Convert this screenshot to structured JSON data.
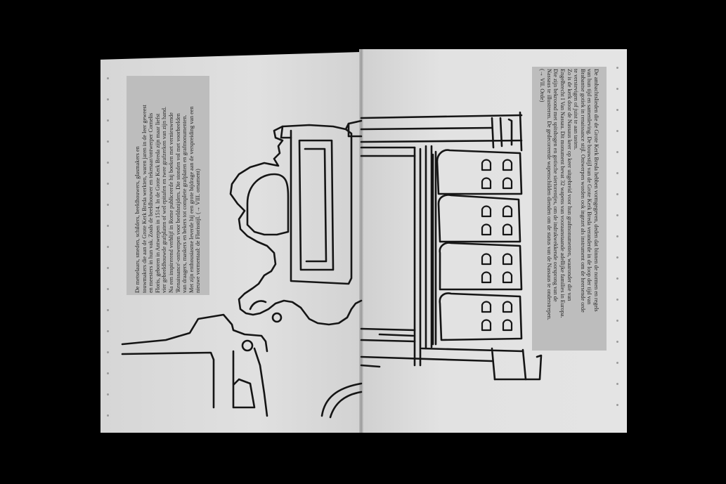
{
  "scene": {
    "description_colors": {
      "background": "#000000",
      "paper": "#dedede",
      "text_block": "#bdbdbd",
      "ink": "#1a1a1a"
    }
  },
  "left_page": {
    "text_lines": [
      "De metselaars, smeden, schilders, beeldhouwers, glasmakers en",
      "touwmakers die aan de Grote Kerk Breda werkten, waren jaren in de leer geweest",
      "en meesters in hun vak. Zoals de beeldhouwer en tekenaar/ontwerper Cornelis",
      "Floris, geboren in Antwerpen in 1514. In de Grote Kerk Breda zijn maar liefst",
      "vier gebeeldhouwde grafplaten of wel epitafen en twee grafzerken van zijn hand.",
      "Na een inspirerend verblijf in Rome publiceerde hij boeken met vernieuwende",
      "'Renaissance'-ontwerpen voor beeldsnijders. Die stonden vol met voorbeelden",
      "van draagers, maskers en bekers tot complete grafplaten en grafmonumenten.",
      "Met zijn enthousiasme leverde hij een grote bijdrage aan de verspreiding van een",
      "nieuwe vormentaal: de Florisstijl. (→ VIII. ornament)"
    ]
  },
  "right_page": {
    "text_lines": [
      "De ambachtslieden die de Grote Kerk Breda hebben vormgegeven, deden dat binnen de normen en regels",
      "van hun tijd en samenleving. De bouwstijl van de Grote Kerk Breda veranderde in de loop der tijd van",
      "Brabantse gotiek in renaissance stijl. Ontwerpen worden ook ingezet als instrument om de heersende orde",
      "te verstevigen of juist te aan tasten.",
      "Zo is de kerk door de Nassaus keer op keer uitgebreid voor hun grafmonumenten, waaronder die van",
      "Engelbrecht I Van Nassau. Dit monument bevat 32 wapens van vooraanstaande adellijke families in Europa.",
      "Die zijn bekroond met spitsbogen en gotische siertorentjes, om de indrukwekkende oorsprong van de",
      "Nassaus te illustreren. De gedecoreerde wapenschilden dienden om de status van de Nassaus te onderstrepen.",
      "(→ VII. Orde)"
    ]
  }
}
